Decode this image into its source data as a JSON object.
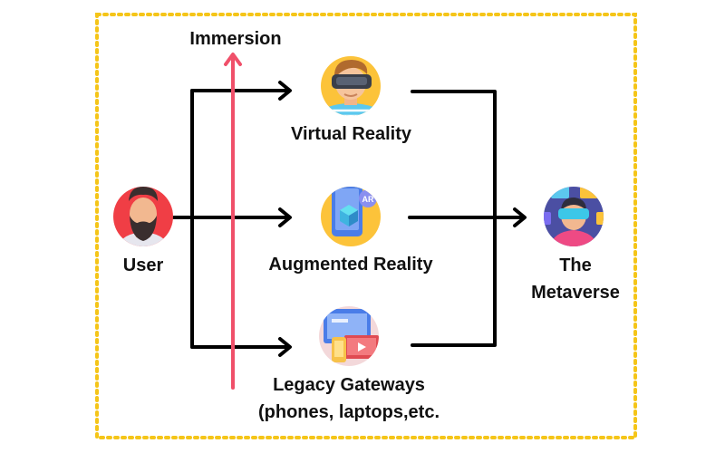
{
  "labels": {
    "immersion": "Immersion",
    "user": "User",
    "virtual_reality": "Virtual Reality",
    "augmented_reality": "Augmented Reality",
    "legacy_line1": "Legacy Gateways",
    "legacy_line2": "(phones, laptops,etc.",
    "metaverse_line1": "The",
    "metaverse_line2": "Metaverse"
  },
  "icons": {
    "user": "bearded-man-avatar-icon",
    "virtual_reality": "vr-headset-person-icon",
    "augmented_reality": "ar-phone-cube-icon",
    "legacy": "computer-devices-icon",
    "metaverse": "metaverse-vr-person-icon"
  },
  "colors": {
    "frame": "#F5C518",
    "immersion_arrow": "#F0506A",
    "connector": "#000000"
  }
}
